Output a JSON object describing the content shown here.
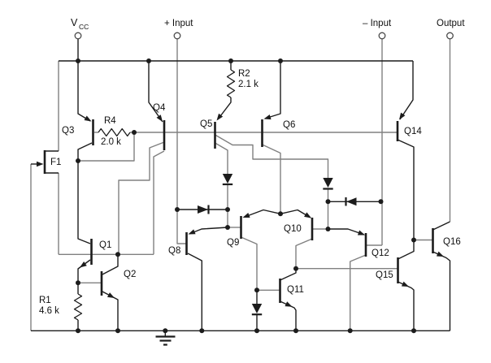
{
  "figure": {
    "type": "circuit-schematic",
    "terminals": {
      "vcc_main": "V",
      "vcc_sub": "CC",
      "plus_input": "+ Input",
      "minus_input": "– Input",
      "output": "Output"
    },
    "transistor_labels": {
      "q1": "Q1",
      "q2": "Q2",
      "q3": "Q3",
      "q4": "Q4",
      "q5": "Q5",
      "q6": "Q6",
      "q8": "Q8",
      "q9": "Q9",
      "q10": "Q10",
      "q11": "Q11",
      "q12": "Q12",
      "q14": "Q14",
      "q15": "Q15",
      "q16": "Q16"
    },
    "jfet_label": "F1",
    "resistor_labels": {
      "r1_name": "R1",
      "r1_value": "4.6 k",
      "r2_name": "R2",
      "r2_value": "2.1 k",
      "r4_name": "R4",
      "r4_value": "2.0 k"
    }
  },
  "colors": {
    "ink": "#1c1c1c",
    "wire": "#808080",
    "background": "#ffffff"
  }
}
